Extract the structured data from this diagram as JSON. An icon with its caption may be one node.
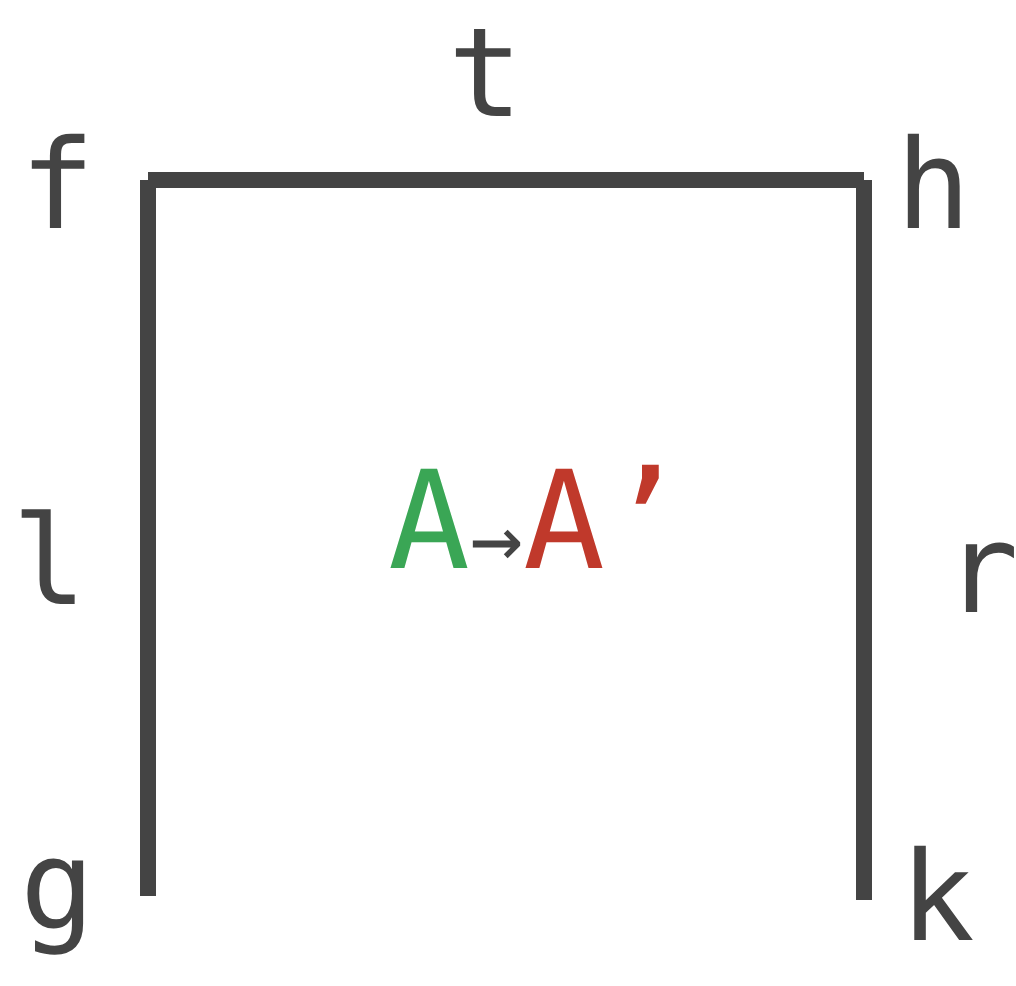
{
  "diagram": {
    "nodes": [
      {
        "text": [
          "f"
        ]
      },
      {
        "text": [
          "h"
        ]
      },
      {
        "text": [
          "g"
        ]
      },
      {
        "text": [
          "k"
        ]
      }
    ],
    "edges": [
      {
        "from": 0,
        "to": 1,
        "arrow": "none",
        "label": "t"
      },
      {
        "from": 0,
        "to": 2,
        "arrow": "none",
        "label": "l"
      },
      {
        "from": 1,
        "to": 3,
        "arrow": "none",
        "label": "r"
      }
    ],
    "labels": [
      "A→A’"
    ]
  }
}
